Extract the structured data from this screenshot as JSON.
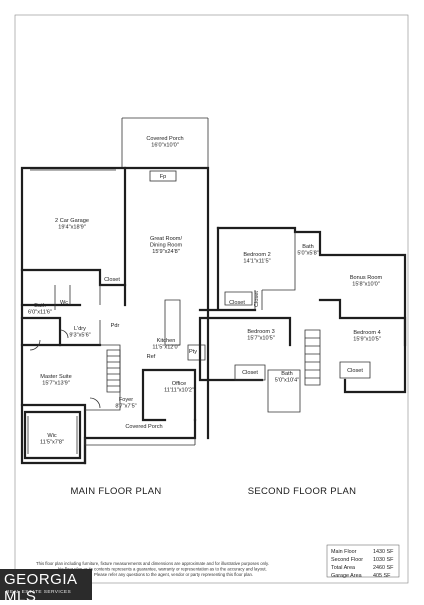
{
  "plan": {
    "main_floor_title": "MAIN FLOOR PLAN",
    "second_floor_title": "SECOND FLOOR PLAN",
    "main_floor_rooms": [
      {
        "name": "Covered Porch",
        "dims": "16'0\"x10'0\""
      },
      {
        "name": "2 Car Garage",
        "dims": "19'4\"x18'9\""
      },
      {
        "name": "Great Room/",
        "dims": "Dining Room"
      },
      {
        "name": "",
        "dims": "15'9\"x24'8\""
      },
      {
        "name": "Closet",
        "dims": ""
      },
      {
        "name": "Bath",
        "dims": "6'0\"x11'6\""
      },
      {
        "name": "L'dry",
        "dims": "9'3\"x5'6\""
      },
      {
        "name": "Pdr",
        "dims": ""
      },
      {
        "name": "Kitchen",
        "dims": "11'5\"x12'0\""
      },
      {
        "name": "Master Suite",
        "dims": "15'7\"x13'9\""
      },
      {
        "name": "Foyer",
        "dims": "8'7\"x7'5\""
      },
      {
        "name": "Office",
        "dims": "11'11\"x10'2\""
      },
      {
        "name": "Covered Porch",
        "dims": ""
      },
      {
        "name": "Wic",
        "dims": "11'5\"x7'8\""
      }
    ],
    "main_small_labels": {
      "fp": "Fp",
      "wc": "Wc",
      "ref": "Ref",
      "pty": "Pty"
    },
    "second_floor_rooms": [
      {
        "name": "Bedroom 2",
        "dims": "14'1\"x11'5\""
      },
      {
        "name": "Bath",
        "dims": "5'0\"x5'8\""
      },
      {
        "name": "Bonus Room",
        "dims": "15'8\"x10'0\""
      },
      {
        "name": "Bedroom 3",
        "dims": "15'7\"x10'5\""
      },
      {
        "name": "Bedroom 4",
        "dims": "15'9\"x10'5\""
      },
      {
        "name": "Bath",
        "dims": "5'0\"x10'4\""
      }
    ],
    "second_small_labels": [
      "Closet",
      "Closet",
      "Closet",
      "Closet"
    ],
    "disclaimer": [
      "This floor plan including furniture, fixture measurements and dimensions are approximate and for illustrative purposes only.",
      "No floor plan or its contents represents a guarantee, warranty or representation as to the accuracy and layout.",
      "Please refer any questions to the agent, vendor or party representing this floor plan."
    ],
    "areas": [
      {
        "label": "Main Floor",
        "value": "1430 SF"
      },
      {
        "label": "Second Floor",
        "value": "1030 SF"
      },
      {
        "label": "Total Area",
        "value": "2460 SF"
      },
      {
        "label": "Garage Area",
        "value": "405 SF"
      }
    ]
  },
  "logo": {
    "text": "GEORGIA MLS",
    "tagline": "REAL ESTATE SERVICES"
  }
}
